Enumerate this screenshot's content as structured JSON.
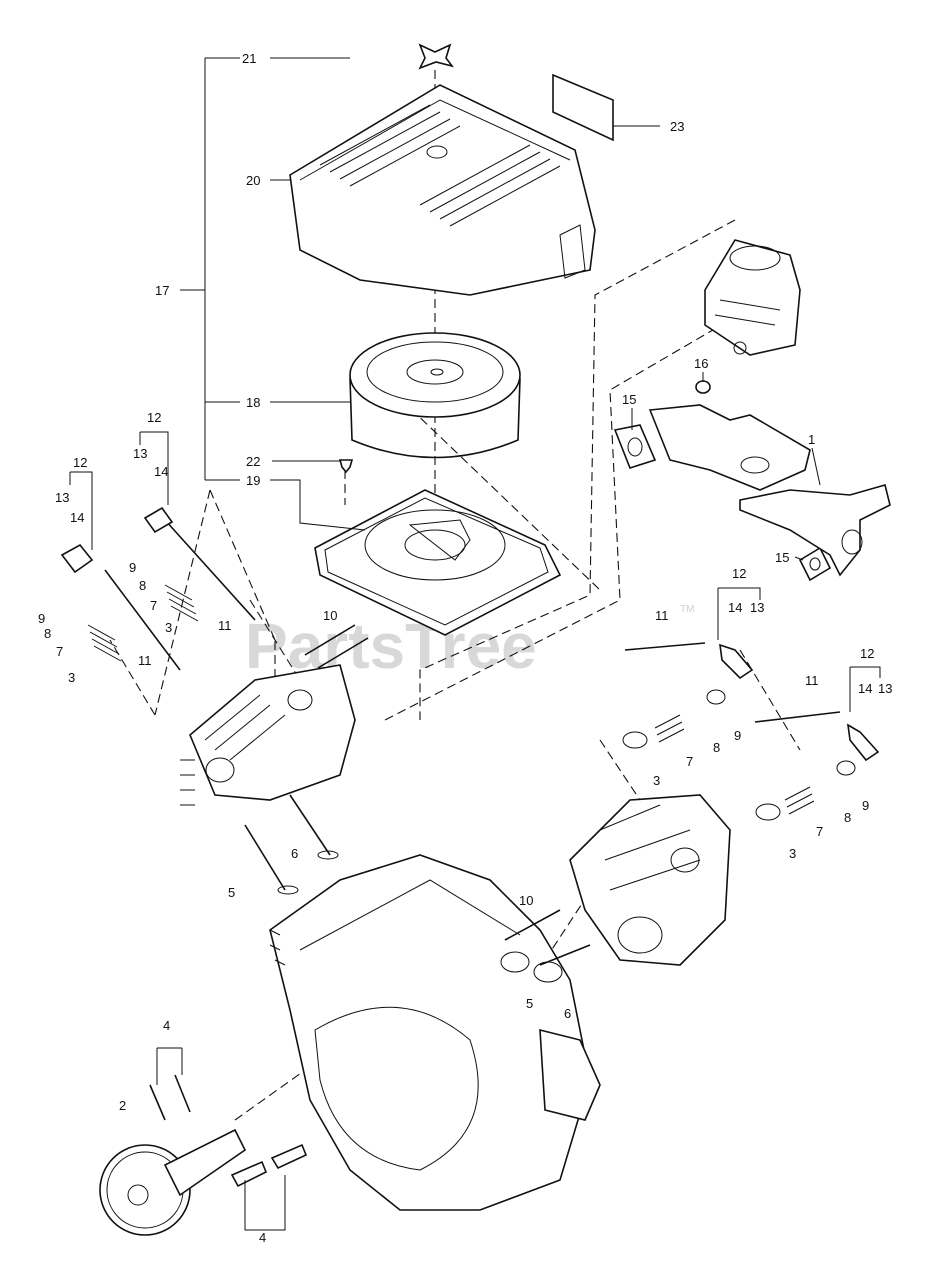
{
  "watermark": {
    "text": "PartsTree",
    "trademark": "TM"
  },
  "callouts": {
    "n21": "21",
    "n20": "20",
    "n23": "23",
    "n17": "17",
    "n18": "18",
    "n19": "19",
    "n22": "22",
    "n16": "16",
    "n15a": "15",
    "n15b": "15",
    "n1": "1",
    "n12a": "12",
    "n13a": "13",
    "n14a": "14",
    "n12b": "12",
    "n13b": "13",
    "n14b": "14",
    "n9a": "9",
    "n8a": "8",
    "n7a": "7",
    "n3a": "3",
    "n11a": "11",
    "n9b": "9",
    "n8b": "8",
    "n7b": "7",
    "n3b": "3",
    "n11b": "11",
    "n10a": "10",
    "n6a": "6",
    "n5a": "5",
    "n11c": "11",
    "n12c": "12",
    "n14c": "14",
    "n13c": "13",
    "n9c": "9",
    "n8c": "8",
    "n7c": "7",
    "n3c": "3",
    "n11d": "11",
    "n12d": "12",
    "n14d": "14",
    "n13d": "13",
    "n9d": "9",
    "n8d": "8",
    "n7d": "7",
    "n3d": "3",
    "n10b": "10",
    "n5b": "5",
    "n6b": "6",
    "n4a": "4",
    "n2": "2",
    "n4b": "4"
  }
}
